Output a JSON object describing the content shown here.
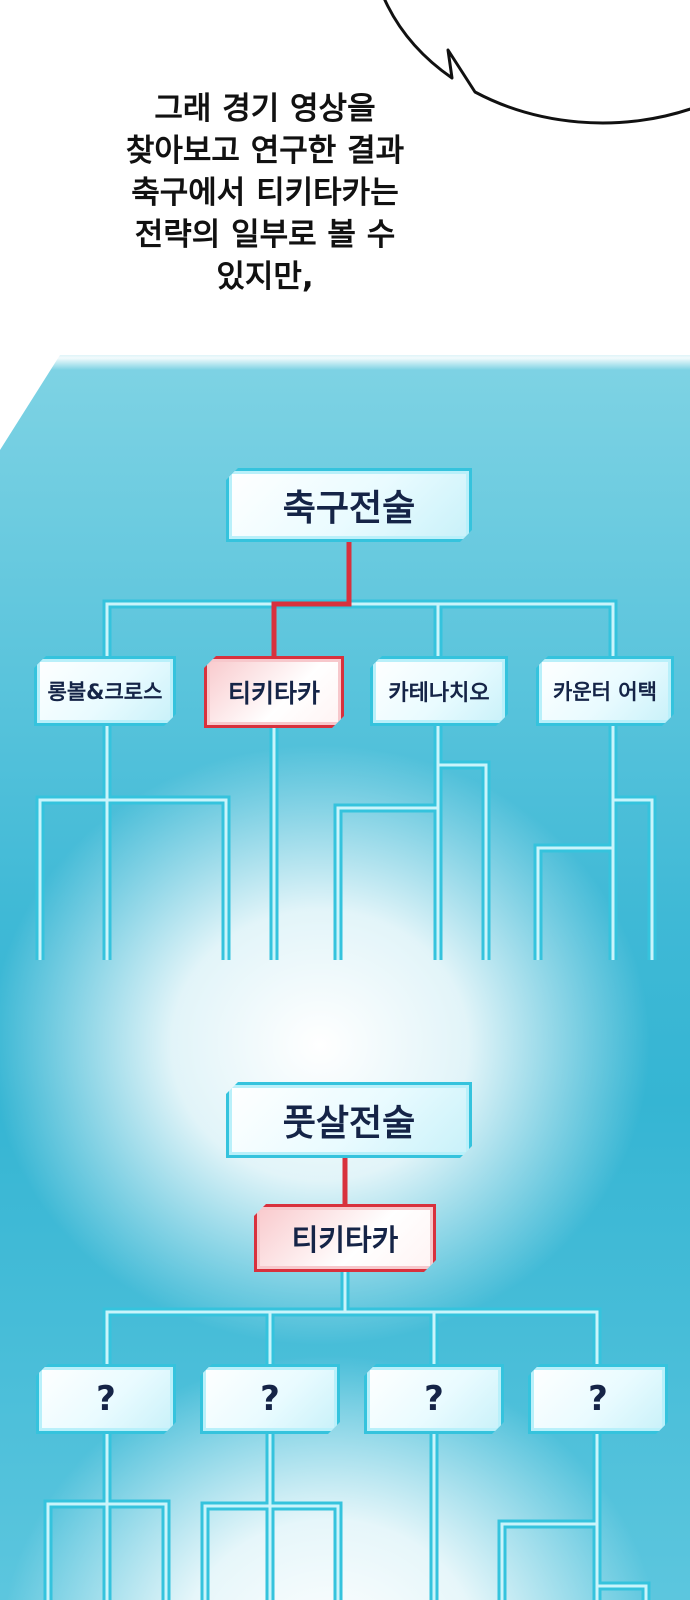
{
  "speech_bubble": {
    "lines": [
      "그래 경기 영상을",
      "찾아보고 연구한 결과",
      "축구에서 티키타카는",
      "전략의 일부로 볼 수",
      "있지만,"
    ]
  },
  "diagram_top": {
    "root": "축구전술",
    "children": [
      "롱볼&크로스",
      "티키타카",
      "카테나치오",
      "카운터 어택"
    ],
    "highlighted": "티키타카"
  },
  "diagram_bottom": {
    "root": "풋살전술",
    "branch": "티키타카",
    "children": [
      "?",
      "?",
      "?",
      "?"
    ]
  },
  "colors": {
    "line": "#35c3dd",
    "line_inner": "#c9f4fb",
    "highlight": "#d8313d",
    "node_text": "#152447"
  }
}
